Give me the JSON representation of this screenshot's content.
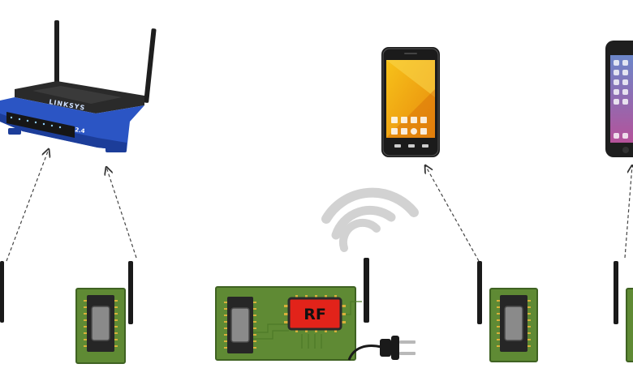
{
  "diagram": {
    "router": {
      "brand_text": "LINKSYS",
      "band_text": "2.4"
    },
    "gateway": {
      "chip_label": "RF"
    },
    "colors": {
      "board": "#5f8a34",
      "board_dark": "#3f6222",
      "rf_chip": "#e2231a",
      "router_blue": "#2b55c4",
      "antenna": "#1a1a1a",
      "signal_wave": "#cfcfcf",
      "arrow": "#333333"
    },
    "icons": [
      "router-icon",
      "android-phone-icon",
      "iphone-icon",
      "wireless-signal-icon",
      "power-plug-icon",
      "antenna-icon",
      "mcu-chip-icon"
    ]
  }
}
